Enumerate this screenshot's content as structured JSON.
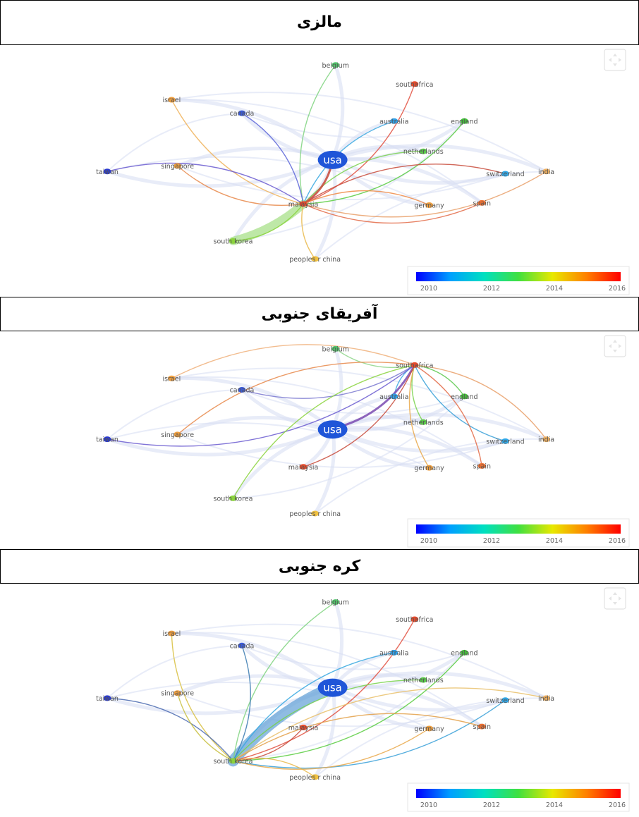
{
  "panels": [
    {
      "title": "مالزی",
      "focus": "malaysia",
      "lines": [
        {
          "to": "belgium",
          "color": "#7fd37f"
        },
        {
          "to": "southafrica",
          "color": "#e2503f"
        },
        {
          "to": "israel",
          "color": "#f0b35a"
        },
        {
          "to": "canada",
          "color": "#5a64d8"
        },
        {
          "to": "australia",
          "color": "#36a8e0"
        },
        {
          "to": "england",
          "color": "#58cc3f"
        },
        {
          "to": "netherlands",
          "color": "#78d24a"
        },
        {
          "to": "taiwan",
          "color": "#6a5ad0"
        },
        {
          "to": "singapore",
          "color": "#e8884a"
        },
        {
          "to": "usa",
          "color": "#c84a3a",
          "width": 3
        },
        {
          "to": "switzerland",
          "color": "#c84a3a"
        },
        {
          "to": "india",
          "color": "#e9a06a"
        },
        {
          "to": "germany",
          "color": "#f08a44"
        },
        {
          "to": "spain",
          "color": "#e36b48"
        },
        {
          "to": "south korea",
          "color": "#8ad33c"
        },
        {
          "to": "peoples r china",
          "color": "#e9b84a"
        }
      ],
      "thick": {
        "to": "south korea",
        "color": "#a8e08a",
        "width": 12
      }
    },
    {
      "title": "آفریقای جنوبی",
      "focus": "southafrica",
      "lines": [
        {
          "to": "belgium",
          "color": "#8ed68a"
        },
        {
          "to": "israel",
          "color": "#f0b07a"
        },
        {
          "to": "canada",
          "color": "#7a78d0"
        },
        {
          "to": "australia",
          "color": "#38a6e0"
        },
        {
          "to": "england",
          "color": "#5ac84c"
        },
        {
          "to": "netherlands",
          "color": "#78d24a"
        },
        {
          "to": "taiwan",
          "color": "#6a5ad0"
        },
        {
          "to": "singapore",
          "color": "#e8884a"
        },
        {
          "to": "usa",
          "color": "#7a4ab0",
          "width": 3
        },
        {
          "to": "switzerland",
          "color": "#38a0d8"
        },
        {
          "to": "india",
          "color": "#e9a06a"
        },
        {
          "to": "germany",
          "color": "#e9a84a"
        },
        {
          "to": "spain",
          "color": "#e36b48"
        },
        {
          "to": "south korea",
          "color": "#8ad33c"
        },
        {
          "to": "malaysia",
          "color": "#c84a3a"
        }
      ],
      "thick": {
        "to": "usa",
        "color": "#a8e08a",
        "width": 0
      }
    },
    {
      "title": "کره جنوبی",
      "focus": "south korea",
      "lines": [
        {
          "to": "belgium",
          "color": "#7fd37f"
        },
        {
          "to": "southafrica",
          "color": "#e2503f"
        },
        {
          "to": "israel",
          "color": "#d8c040"
        },
        {
          "to": "canada",
          "color": "#3a7ab0"
        },
        {
          "to": "australia",
          "color": "#36a8e0"
        },
        {
          "to": "england",
          "color": "#58cc3f"
        },
        {
          "to": "netherlands",
          "color": "#78d24a"
        },
        {
          "to": "taiwan",
          "color": "#4a6ab0"
        },
        {
          "to": "singapore",
          "color": "#c8c040"
        },
        {
          "to": "switzerland",
          "color": "#38a0d8"
        },
        {
          "to": "india",
          "color": "#e9c06a"
        },
        {
          "to": "germany",
          "color": "#e9a84a"
        },
        {
          "to": "spain",
          "color": "#e3a048"
        },
        {
          "to": "malaysia",
          "color": "#c84a3a"
        },
        {
          "to": "peoples r china",
          "color": "#e9b84a"
        }
      ],
      "thick": {
        "to": "usa",
        "color": "#6aa6d8",
        "width": 16
      }
    }
  ],
  "nodes": [
    {
      "id": "belgium",
      "label": "belgium",
      "color": "#4fc76a"
    },
    {
      "id": "southafrica",
      "label": "southafrica",
      "color": "#e84a2a"
    },
    {
      "id": "israel",
      "label": "israel",
      "color": "#f0a040"
    },
    {
      "id": "canada",
      "label": "canada",
      "color": "#3a5ad8"
    },
    {
      "id": "australia",
      "label": "australia",
      "color": "#30a0e8"
    },
    {
      "id": "england",
      "label": "england",
      "color": "#44c23a"
    },
    {
      "id": "netherlands",
      "label": "netherlands",
      "color": "#5ac84a"
    },
    {
      "id": "usa",
      "label": "usa",
      "color": "#2a6ae8"
    },
    {
      "id": "taiwan",
      "label": "taiwan",
      "color": "#2a3ad0"
    },
    {
      "id": "singapore",
      "label": "singapore",
      "color": "#f0a040"
    },
    {
      "id": "switzerland",
      "label": "switzerland",
      "color": "#30a8e8"
    },
    {
      "id": "india",
      "label": "india",
      "color": "#f0b060"
    },
    {
      "id": "malaysia",
      "label": "malaysia",
      "color": "#e84a2a"
    },
    {
      "id": "germany",
      "label": "germany",
      "color": "#f0a040"
    },
    {
      "id": "spain",
      "label": "spain",
      "color": "#f07030"
    },
    {
      "id": "south korea",
      "label": "south korea",
      "color": "#8ad33c"
    },
    {
      "id": "peoples r china",
      "label": "peoples r china",
      "color": "#f0c040"
    }
  ],
  "legend": {
    "ticks": [
      "2010",
      "2012",
      "2014",
      "2016"
    ],
    "colors": [
      "#0000ff",
      "#00a0ff",
      "#00e0c0",
      "#40e040",
      "#e8e800",
      "#ff8000",
      "#ff0000"
    ]
  }
}
